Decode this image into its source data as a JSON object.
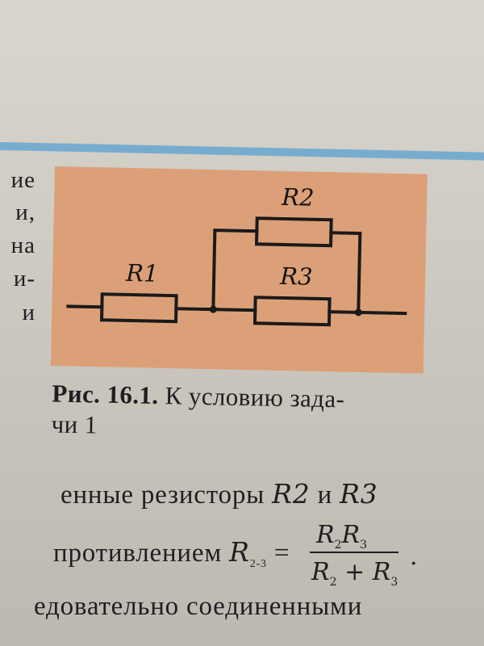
{
  "left_fragments": [
    "ие",
    "и,",
    "на",
    "и-",
    "и"
  ],
  "figure": {
    "labels": [
      "R1",
      "R2",
      "R3"
    ]
  },
  "caption": {
    "prefix": "Рис. 16.1.",
    "text_line1": "К условию зада-",
    "text_line2": "чи 1"
  },
  "paragraph": {
    "line1_a": "енные резисторы ",
    "line1_r2": "R2",
    "line1_mid": " и ",
    "line1_r3": "R3",
    "line2_text": "противлением ",
    "line2_rsym": "R",
    "line2_rsub": "2-3",
    "line2_eq": " =",
    "line3_text": "едовательно соединенными"
  },
  "formula": {
    "num_1": "R",
    "num_1_sub": "2",
    "num_2": "R",
    "num_2_sub": "3",
    "den_1": "R",
    "den_1_sub": "2",
    "den_plus": "+",
    "den_2": "R",
    "den_2_sub": "3",
    "terminator": "."
  }
}
